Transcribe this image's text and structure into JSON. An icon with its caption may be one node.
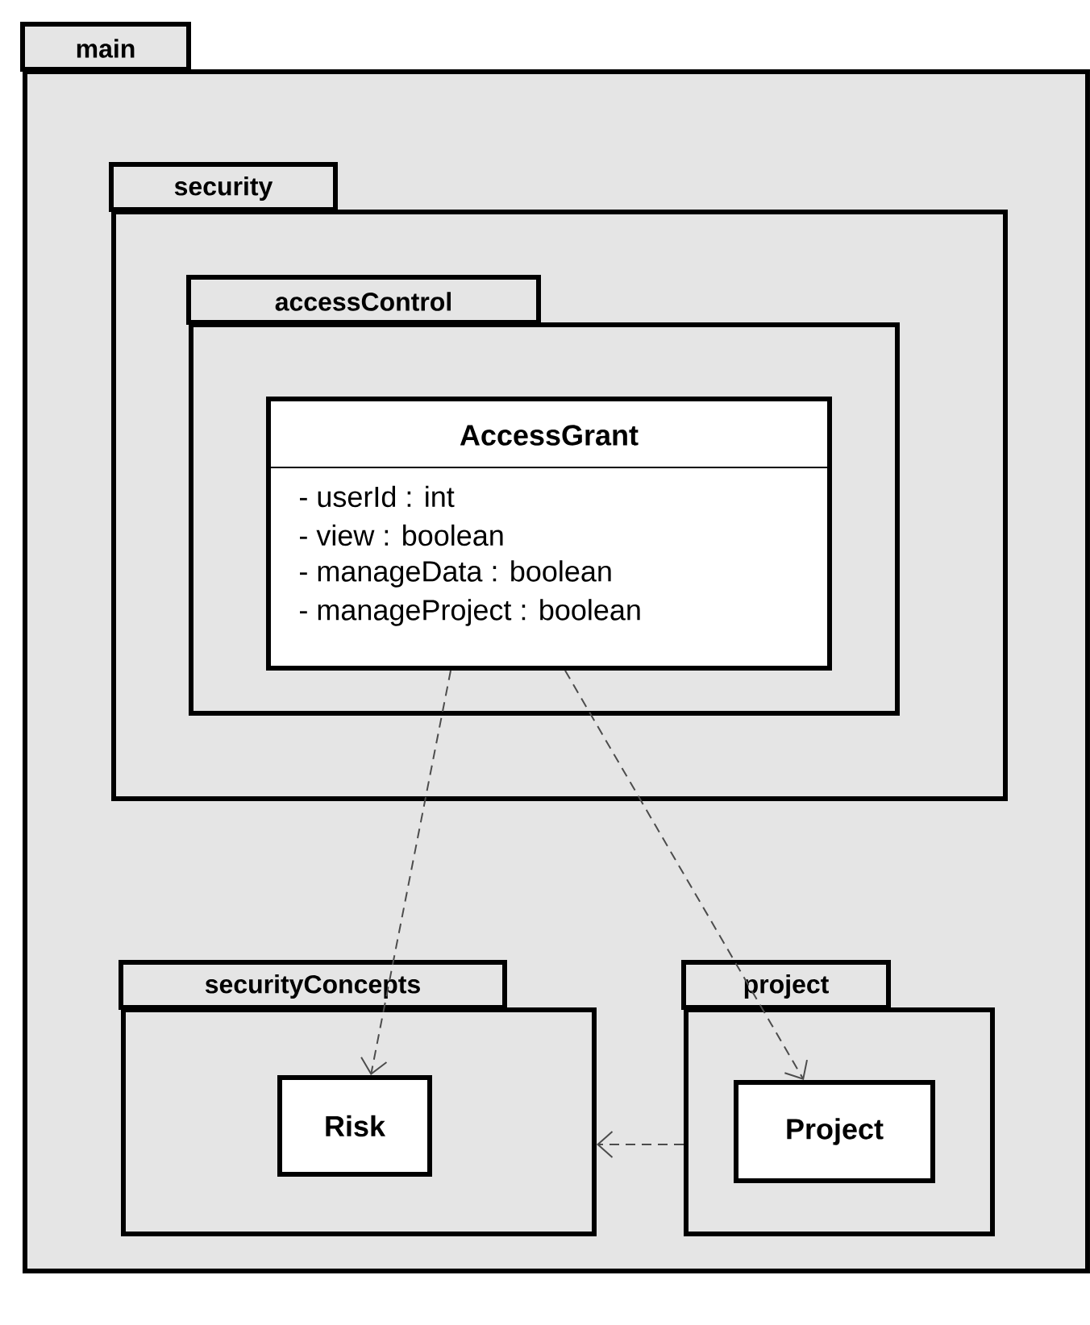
{
  "diagram": {
    "nodes": [
      {
        "text": [
          "main"
        ]
      },
      {
        "text": [
          "security"
        ],
        "in": 0
      },
      {
        "text": [
          "accessControl"
        ],
        "in": 1
      },
      {
        "text": [
          "AccessGrant",
          "- userId : int",
          "- view : boolean",
          "- manageData : boolean",
          "- manageProject : boolean"
        ],
        "in": 2
      },
      {
        "text": [
          "securityConcepts"
        ],
        "in": 0
      },
      {
        "text": [
          "Risk"
        ],
        "in": 4
      },
      {
        "text": [
          "project"
        ],
        "in": 0
      },
      {
        "text": [
          "Project"
        ],
        "in": 6
      }
    ],
    "edges": [
      {
        "from": 3,
        "to": 5,
        "arrow": "to",
        "style": "dashed"
      },
      {
        "from": 3,
        "to": 7,
        "arrow": "to",
        "style": "dashed"
      },
      {
        "from": 6,
        "to": 4,
        "arrow": "to",
        "style": "dashed"
      }
    ]
  }
}
